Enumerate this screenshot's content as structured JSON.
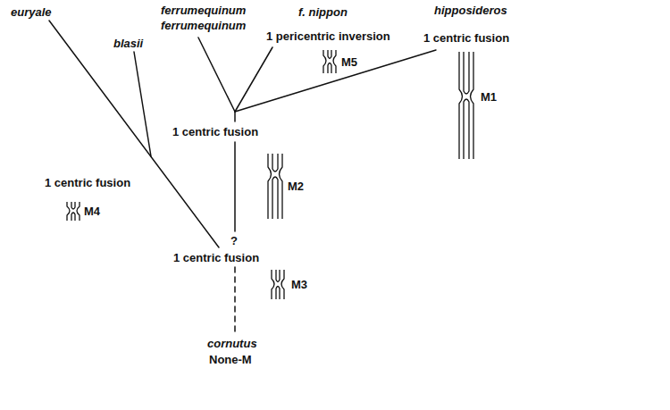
{
  "diagram": {
    "labels": [
      "euryale",
      "blasii",
      "ferrumequinum ferrumequinum",
      "f. nippon",
      "1 pericentric inversion",
      "M5",
      "hipposideros",
      "1 centric fusion",
      "M1",
      "1 centric fusion",
      "M2",
      "?",
      "1 centric fusion",
      "M4",
      "1 centric fusion",
      "M3",
      "cornutus",
      "None-M"
    ]
  }
}
